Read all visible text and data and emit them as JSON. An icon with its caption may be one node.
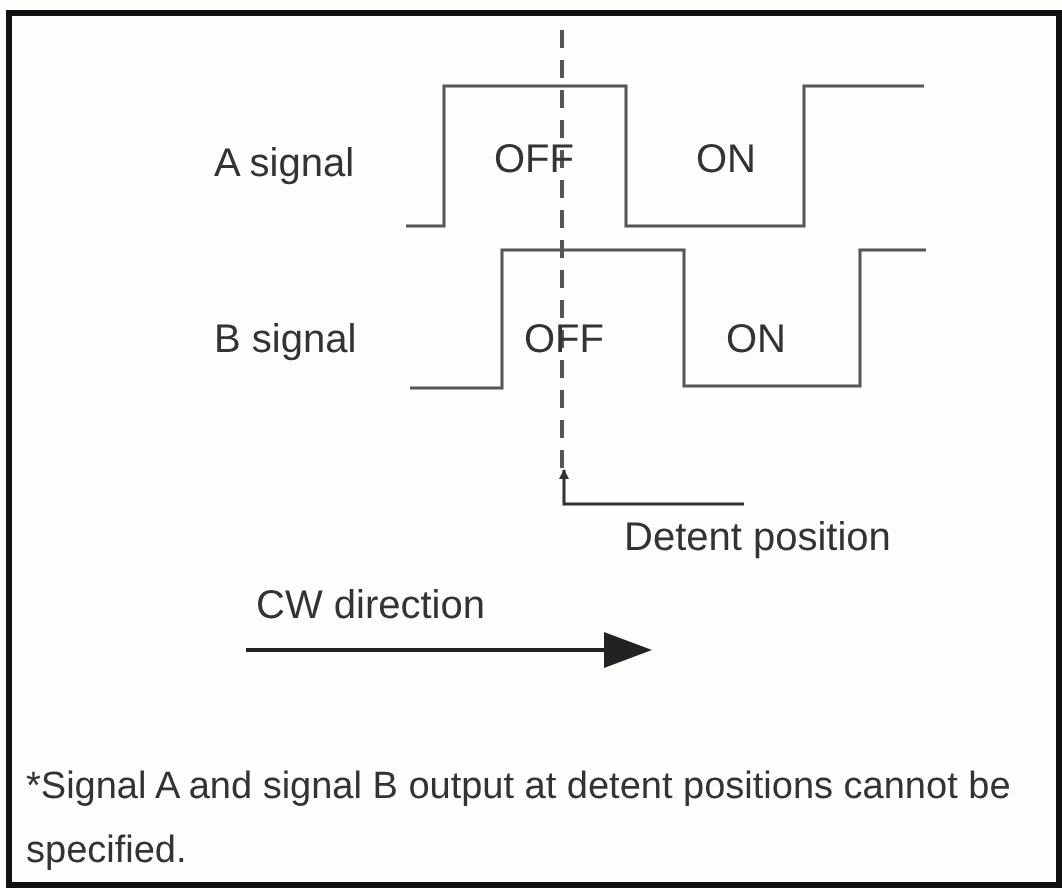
{
  "diagram": {
    "nodes": [
      {
        "text": [
          "Detent position"
        ]
      },
      {
        "text": [],
        "shape": "line"
      }
    ],
    "edges": [
      {
        "from": 0,
        "to": 1,
        "arrow": "to"
      }
    ],
    "labels": [
      "A signal",
      "OFF",
      "ON",
      "B signal",
      "OFF",
      "ON",
      "CW direction",
      "*Signal A and signal B output at detent positions cannot be specified."
    ]
  }
}
